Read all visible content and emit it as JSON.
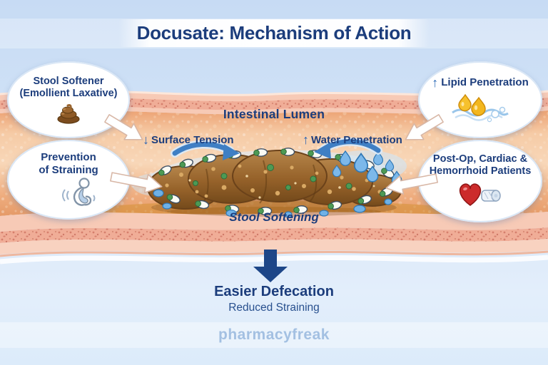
{
  "title": "Docusate: Mechanism of Action",
  "callouts": {
    "stool_softener": {
      "line1": "Stool Softener",
      "line2": "(Emollient Laxative)",
      "icon": "poop-icon"
    },
    "prevention_of_straining": {
      "line1": "Prevention",
      "line2": "of Straining",
      "icon": "straining-person-icon"
    },
    "lipid_penetration": {
      "arrow": "↑",
      "label": "Lipid Penetration",
      "icon": "lipid-droplets-icon"
    },
    "patient_types": {
      "line1": "Post-Op, Cardiac &",
      "line2": "Hemorrhoid Patients",
      "icon": "heart-bandage-icon"
    }
  },
  "lumen": {
    "label": "Intestinal Lumen",
    "surface_tension": {
      "arrow": "↓",
      "label": "Surface Tension"
    },
    "water_penetration": {
      "arrow": "↑",
      "label": "Water Penetration"
    },
    "stool_softening": "Stool Softening"
  },
  "outcome": {
    "primary": "Easier Defecation",
    "secondary": "Reduced Straining"
  },
  "watermark": "pharmacyfreak",
  "colors": {
    "navy_text": "#1c3d7c",
    "arrow_blue": "#2f6cb8",
    "big_arrow_navy": "#1d4688",
    "watermark_blue": "#a3c0e2",
    "background_blue": "#cfe1f6",
    "wall_pink": "#f7cab6",
    "lumen_peach": "#f3bd92",
    "stool_brown": "#9a6428",
    "water_blue": "#7cb8ea",
    "lipid_gold": "#f6c12d",
    "heart_red": "#cc2b2b",
    "surfactant_green": "#4d9a55"
  }
}
